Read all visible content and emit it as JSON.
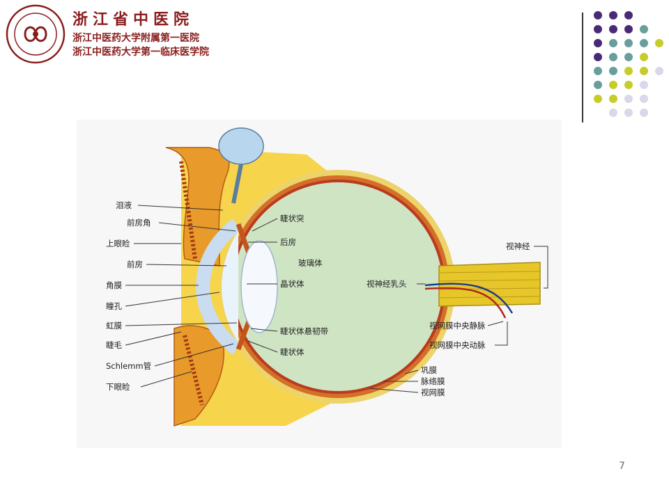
{
  "header": {
    "hospital_name": "浙江省中医院",
    "subtitle_1": "浙江中医药大学附属第一医院",
    "subtitle_2": "浙江中医药大学第一临床医学院"
  },
  "diagram": {
    "labels_left": {
      "tear": "泪液",
      "anterior_chamber_angle": "前房角",
      "upper_eyelid": "上眼睑",
      "anterior_chamber": "前房",
      "cornea": "角膜",
      "pupil": "瞳孔",
      "iris": "虹膜",
      "eyelash": "睫毛",
      "schlemm_canal": "Schlemm管",
      "lower_eyelid": "下眼睑"
    },
    "labels_inner": {
      "ciliary_process": "睫状突",
      "posterior_chamber": "后房",
      "vitreous_body": "玻璃体",
      "lens": "晶状体",
      "zonule": "睫状体悬韧带",
      "ciliary_body": "睫状体"
    },
    "labels_right": {
      "optic_nerve": "视神经",
      "optic_disc": "视神经乳头",
      "central_retinal_vein": "视网膜中央静脉",
      "central_retinal_artery": "视网膜中央动脉",
      "sclera": "巩膜",
      "choroid": "脉络膜",
      "retina": "视网膜"
    }
  },
  "colors": {
    "brand": "#8a1c1c",
    "dot_purple": "#4a2a78",
    "dot_teal": "#6a9e9c",
    "dot_lime": "#c7cc2a",
    "dot_lavender": "#d8d8ea"
  },
  "page": {
    "number": "7"
  }
}
